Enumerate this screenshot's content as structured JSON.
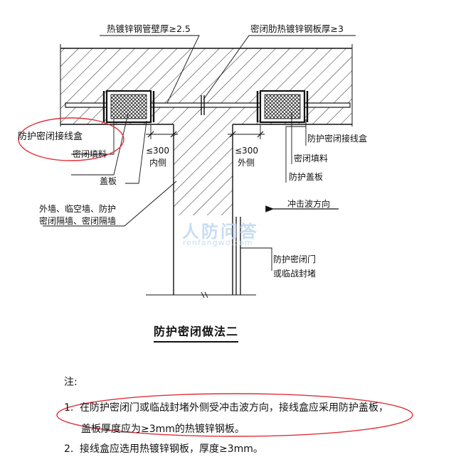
{
  "diagram": {
    "labels": {
      "pipe_wall": "热镀锌钢管壁厚≥2.5",
      "steel_plate": "密闭肋热镀锌钢板厚≥3",
      "left_box": "防护密闭接线盒",
      "left_filler": "密闭填料",
      "left_cover": "盖板",
      "wall_types_1": "外墙、临空墙、防护",
      "wall_types_2": "密闭隔墙、密闭隔墙",
      "dim_inner_value": "≤300",
      "dim_inner_side": "内侧",
      "dim_outer_value": "≤300",
      "dim_outer_side": "外侧",
      "right_box": "防护密闭接线盒",
      "right_filler": "密闭填料",
      "right_cover": "防护盖板",
      "shock_wave": "冲击波方向",
      "door_1": "防护密闭门",
      "door_2": "或临战封堵"
    },
    "caption": "防护密闭做法二",
    "watermark": {
      "main": "人防问答",
      "sub": "renfangwd.com"
    },
    "colors": {
      "line": "#111111",
      "annotation_ellipse": "#e0303a",
      "watermark": "#bfd8f2",
      "arrow": "#111111"
    }
  },
  "notes": {
    "heading": "注:",
    "items": [
      {
        "num": "1.",
        "line1": "在防护密闭门或临战封堵外侧受冲击波方向，接线盒应采用防护盖板，",
        "line2": "盖板厚度应为≥3mm的热镀锌钢板。"
      },
      {
        "num": "2.",
        "line1": "接线盒应选用热镀锌钢板，厚度≥3mm。"
      }
    ]
  }
}
